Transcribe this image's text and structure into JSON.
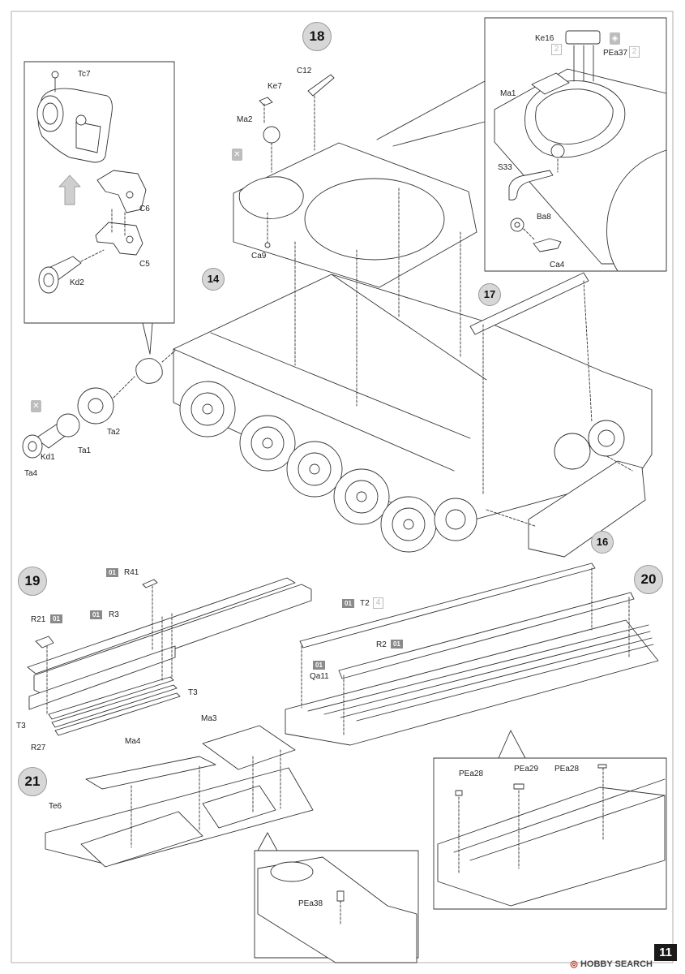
{
  "steps": {
    "s18": "18",
    "s19": "19",
    "s20": "20",
    "s21": "21"
  },
  "callouts": {
    "c14": "14",
    "c16": "16",
    "c17": "17"
  },
  "step18": {
    "inset_left": {
      "tc7": "Tc7",
      "c6": "C6",
      "c5": "C5",
      "kd2": "Kd2"
    },
    "main": {
      "c12": "C12",
      "ke7": "Ke7",
      "ma2": "Ma2",
      "ca9": "Ca9",
      "kd1": "Kd1",
      "ta1": "Ta1",
      "ta2": "Ta2",
      "ta4": "Ta4"
    },
    "inset_right": {
      "ke16": "Ke16",
      "pea37": "PEa37",
      "ma1": "Ma1",
      "s33": "S33",
      "ba8": "Ba8",
      "ca4": "Ca4",
      "qty_a": "2",
      "qty_b": "2"
    }
  },
  "step19": {
    "r41": "R41",
    "r3": "R3",
    "r21": "R21",
    "t3a": "T3",
    "t3b": "T3",
    "r27": "R27",
    "tag_r41": "01",
    "tag_r3": "01",
    "tag_r21": "01"
  },
  "step20": {
    "t2": "T2",
    "t2_qty": "4",
    "r2": "R2",
    "qa11": "Qa11",
    "tag_t2": "01",
    "tag_r2": "01",
    "tag_qa11": "01",
    "inset": {
      "pea28a": "PEa28",
      "pea29": "PEa29",
      "pea28b": "PEa28"
    }
  },
  "step21": {
    "ma3": "Ma3",
    "ma4": "Ma4",
    "te6": "Te6",
    "inset": {
      "pea38": "PEa38"
    }
  },
  "page_number": "11",
  "watermark": {
    "left": "HOBBY SEARCH"
  }
}
